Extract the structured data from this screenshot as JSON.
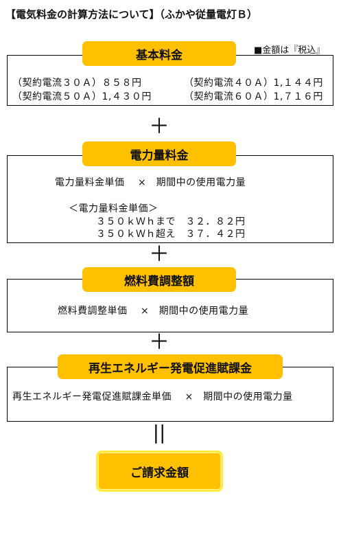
{
  "title": "【電気料金の計算方法について】（ふかや従量電灯Ｂ）",
  "note": "■金額は『税込』",
  "basic": {
    "label": "基本料金",
    "rows": [
      "（契約電流３０Ａ）８５８円",
      "（契約電流４０Ａ）1,１４４円",
      "（契約電流５０Ａ）1,４３０円",
      "（契約電流６０Ａ）1,７１６円"
    ]
  },
  "energy": {
    "label": "電力量料金",
    "formula": "電力量料金単価　 ×　期間中の使用電力量",
    "unit_heading": "＜電力量料金単価＞",
    "tiers": [
      "３５０ｋＷｈまで　３２．８２円",
      "３５０ｋＷｈ超え　３７．４２円"
    ]
  },
  "fuel": {
    "label": "燃料費調整額",
    "formula": "燃料費調整単価　 ×　期間中の使用電力量"
  },
  "renewable": {
    "label": "再生エネルギー発電促進賦課金",
    "formula": "再生エネルギー発電促進賦課金単価　 ×　期間中の使用電力量"
  },
  "operators": {
    "plus": "＋",
    "equals": "||"
  },
  "result": {
    "label": "ご請求金額"
  },
  "colors": {
    "accent": "#ffc000",
    "result_border": "#ffeb3b"
  }
}
